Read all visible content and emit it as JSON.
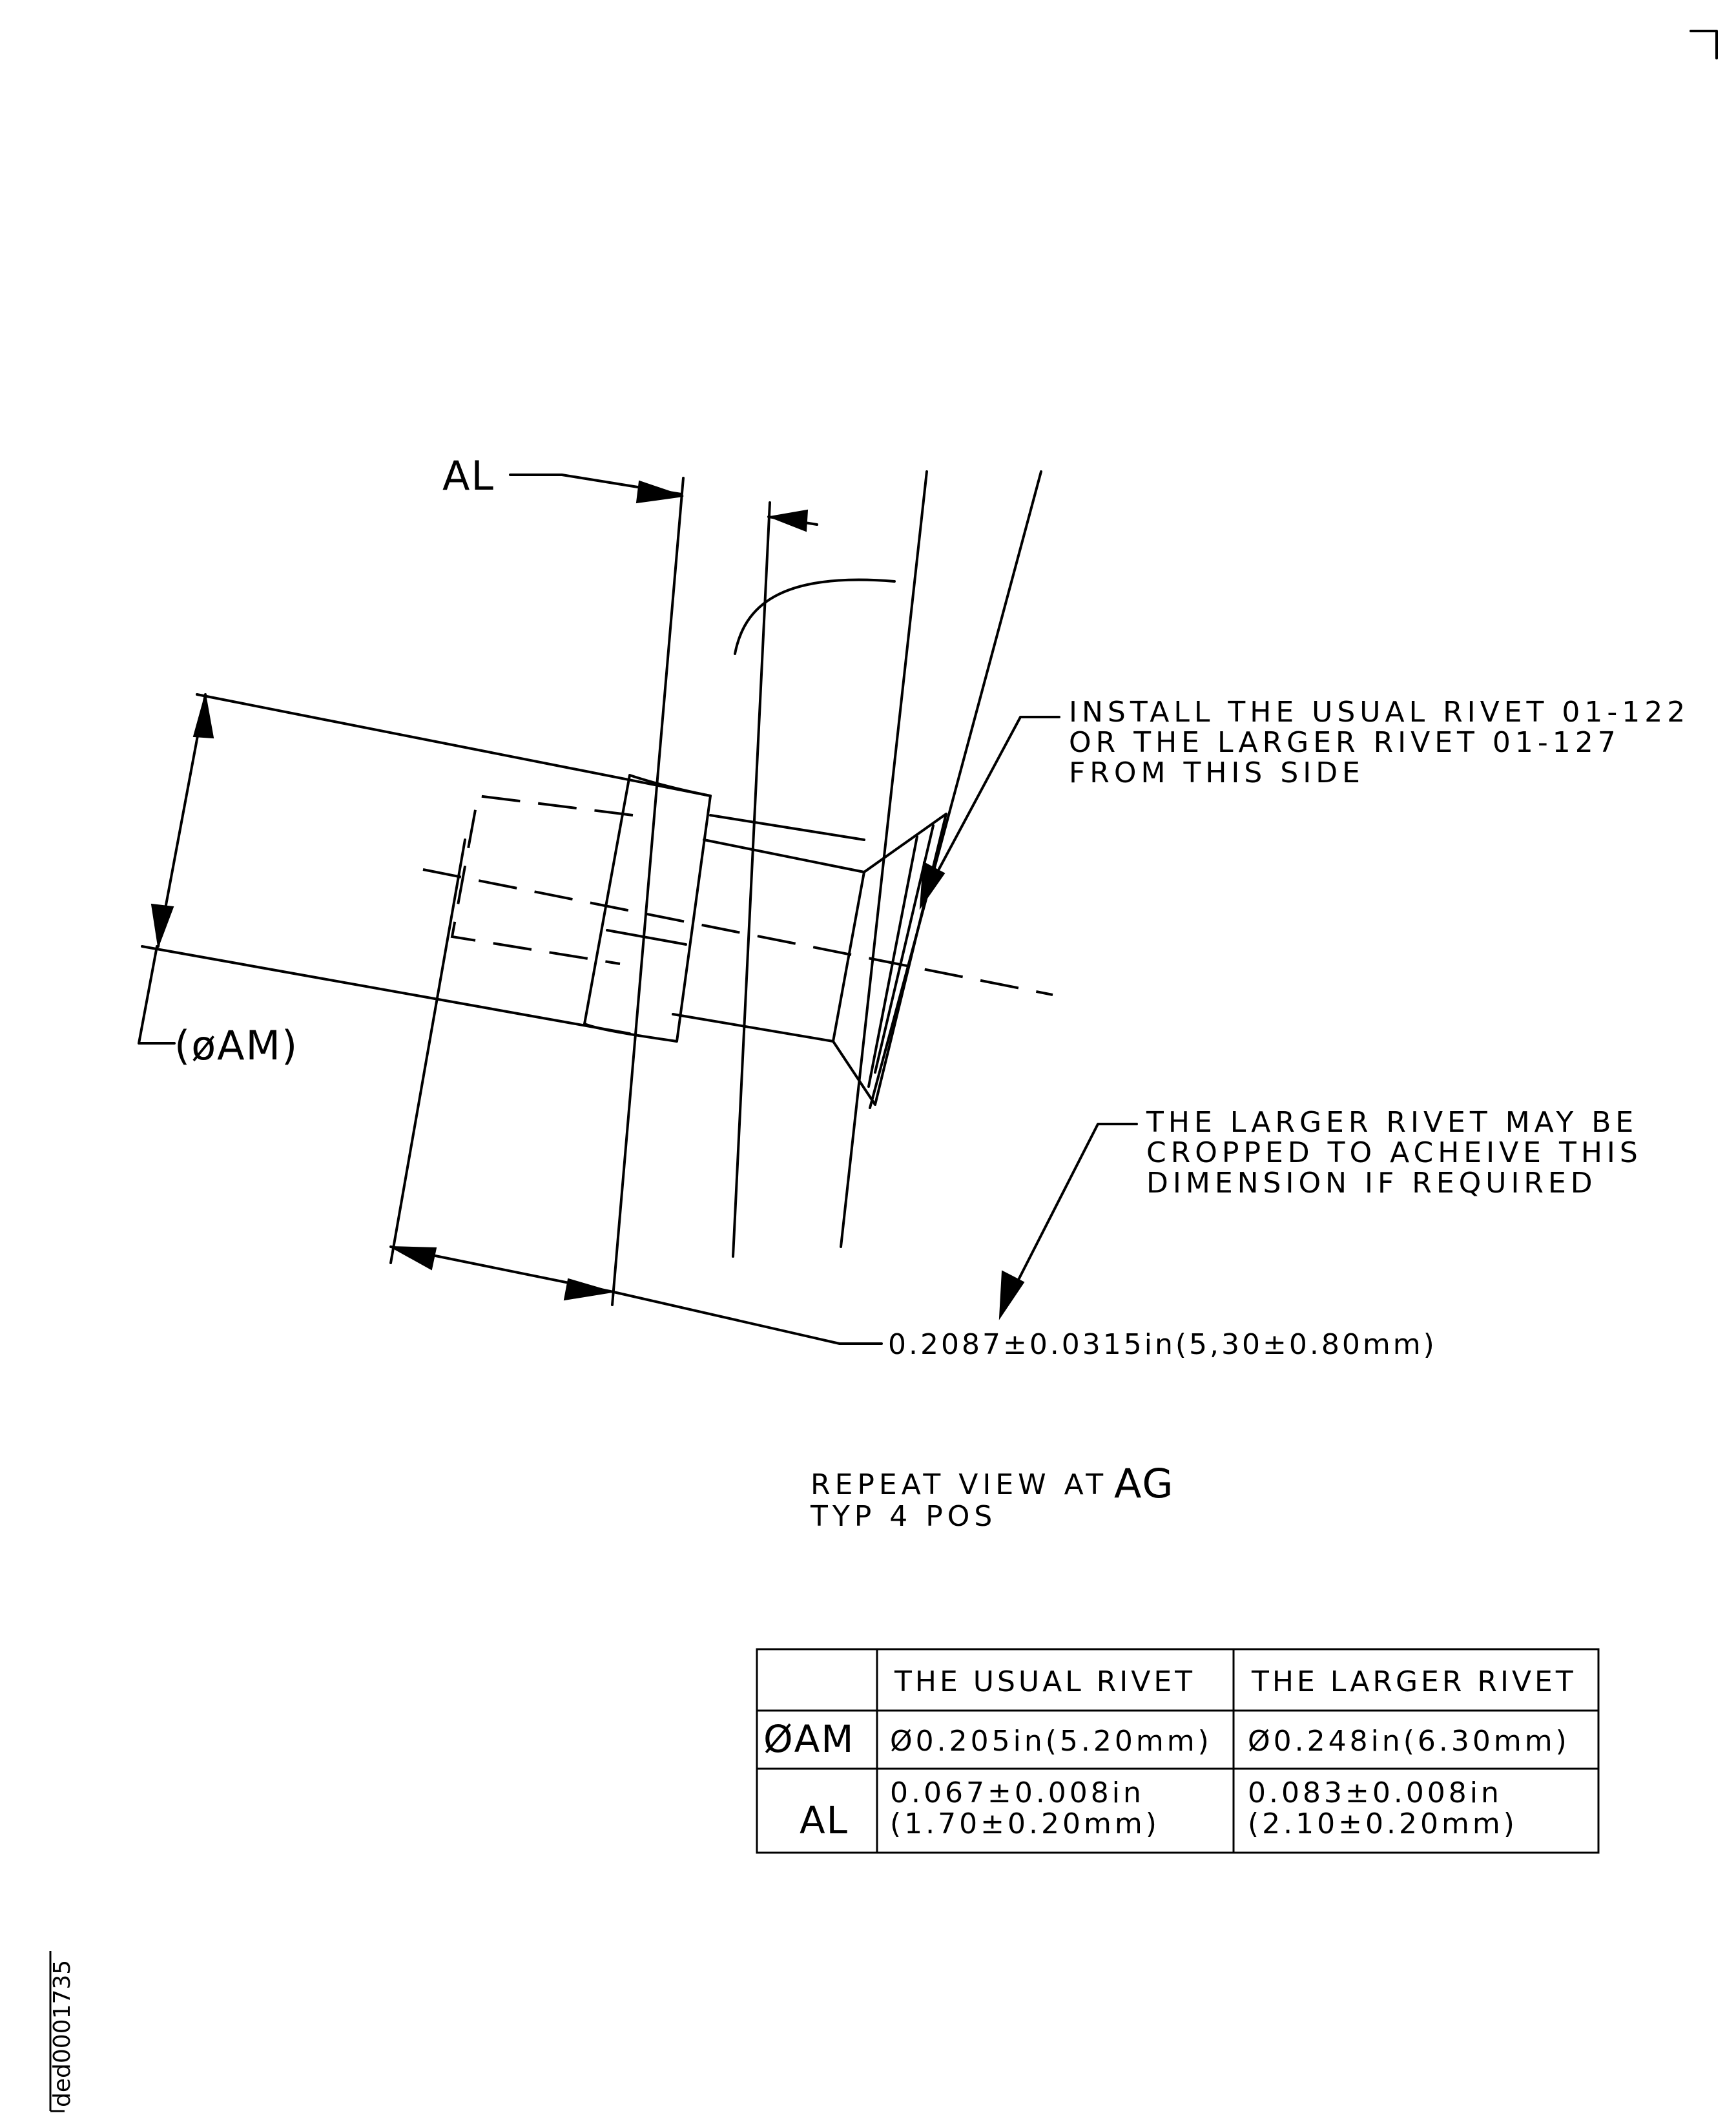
{
  "labels": {
    "al": "AL",
    "am": "(øAM)",
    "note_install": [
      "INSTALL THE USUAL RIVET 01-122",
      "OR THE LARGER RIVET 01-127",
      "FROM THIS SIDE"
    ],
    "note_larger": [
      "THE LARGER RIVET MAY BE",
      "CROPPED TO ACHEIVE THIS",
      "DIMENSION IF REQUIRED"
    ],
    "dimension": "0.2087±0.0315in(5,30±0.80mm)",
    "repeat_view": "REPEAT VIEW AT",
    "repeat_view_ref": "AG",
    "typ": "TYP 4 POS",
    "drawing_id": "ded0001735"
  },
  "table": {
    "headers": [
      "",
      "THE USUAL RIVET",
      "THE LARGER RIVET"
    ],
    "rows": [
      {
        "key": "ØAM",
        "usual": [
          "Ø0.205in(5.20mm)"
        ],
        "larger": [
          "Ø0.248in(6.30mm)"
        ]
      },
      {
        "key": "AL",
        "usual": [
          "0.067±0.008in",
          "(1.70±0.20mm)"
        ],
        "larger": [
          "0.083±0.008in",
          "(2.10±0.20mm)"
        ]
      }
    ]
  }
}
